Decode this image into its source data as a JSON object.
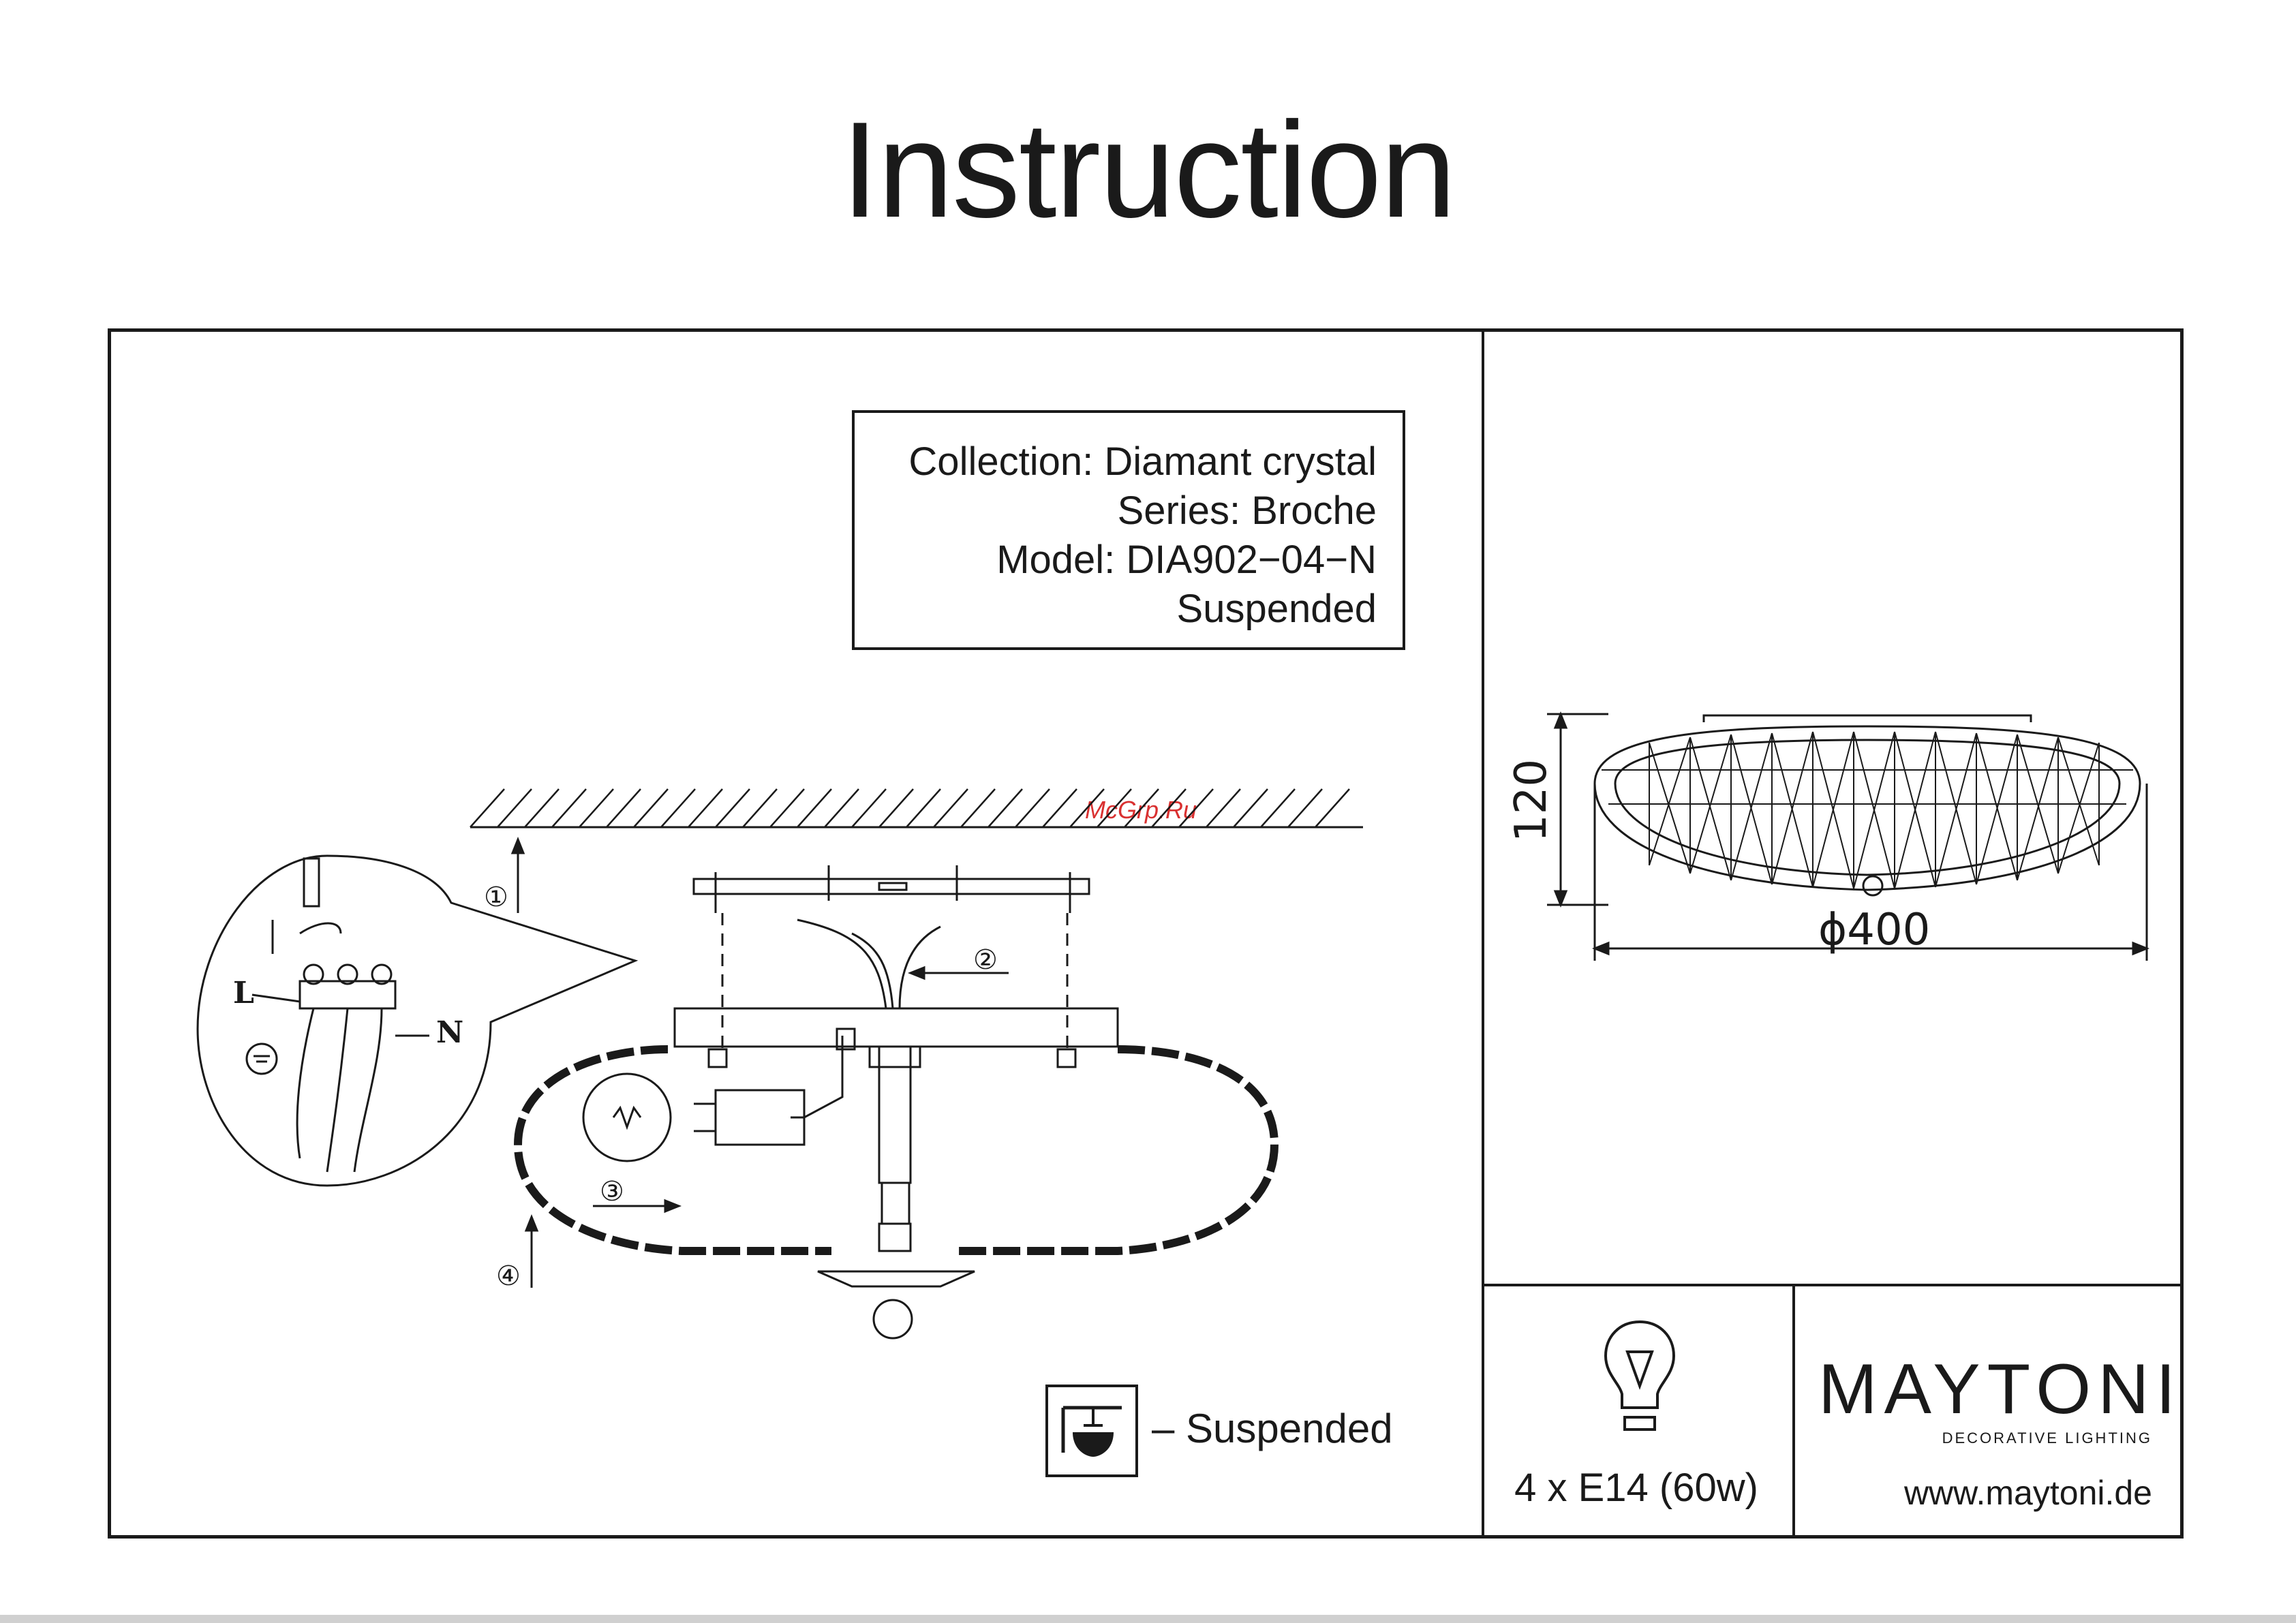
{
  "header": {
    "title": "Instruction"
  },
  "info": {
    "collection": "Collection: Diamant crystal",
    "series": "Series: Broche",
    "model": "Model: DIA902−04−N",
    "type": "Suspended"
  },
  "assembly": {
    "step_labels": [
      "①",
      "②",
      "③",
      "④"
    ],
    "wire_labels": {
      "live": "L",
      "neutral": "N"
    },
    "watermark": "McGrp.Ru"
  },
  "dimensions": {
    "height": "120",
    "diameter": "ϕ400"
  },
  "legend": {
    "suspended_label": "– Suspended"
  },
  "lamp": {
    "spec": "4 x E14 (60w)"
  },
  "brand": {
    "name": "MAYTONI",
    "tagline": "DECORATIVE LIGHTING",
    "website": "www.maytoni.de"
  }
}
